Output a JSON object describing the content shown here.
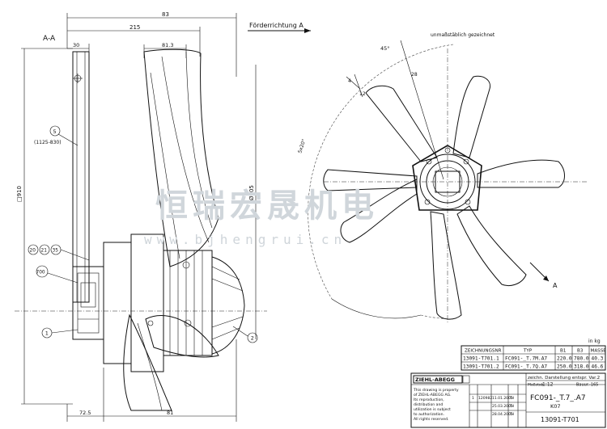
{
  "section_label": "A-A",
  "flow_direction": "Förderrichtung A",
  "scale_note": "unmaßstäblich gezeichnet",
  "watermark": {
    "chinese": "恒瑞宏晟机电",
    "url": "www.bjhengrui.cn"
  },
  "dimensions": {
    "overall_depth": "83",
    "depth_215": "215",
    "dim_30": "30",
    "dim_81_3": "81.3",
    "diameter_910": "□910",
    "diameter_905": "Ø905",
    "dim_72_5": "72.5",
    "dim_81": "81",
    "angle_45": "45°",
    "angle_4": "4",
    "angle_12": "12",
    "dim_28": "28",
    "angle_5x20": "5x20°",
    "dim_1125_830": "(1125-830)",
    "view_marker": "A"
  },
  "balloons": [
    "5",
    "20",
    "21",
    "35",
    "700",
    "1",
    "2"
  ],
  "unit_note": "in kg",
  "table": {
    "headers": [
      "ZEICHNUNGSNR",
      "TYP",
      "B1",
      "B3",
      "MASSE"
    ],
    "rows": [
      [
        "13091-T701.1",
        "FC091-_T.7M.A7",
        "220.0",
        "780.0",
        "40.3"
      ],
      [
        "13091-T701.2",
        "FC091-_T.7Q.A7",
        "250.0",
        "318.0",
        "46.6"
      ]
    ]
  },
  "title_block": {
    "company": "ZIEHL-ABEGG",
    "note": "zeichn. Darstellung entspr. Var.2",
    "scale_label": "Maßstab",
    "scale_value": "1:12",
    "material_label": "Bauur.-165",
    "product": "FC091-_T.7_.A7",
    "sub": "K07",
    "drawing_number": "13091-T701",
    "legal": [
      "This drawing is property",
      "of ZIEHL-ABEGG AG.",
      "Its reproduction,",
      "distribution and",
      "utilization is subject",
      "to authorization.",
      "All rights reserved."
    ],
    "revisions": [
      [
        "1",
        "120982",
        "11.01.2005",
        "TH"
      ],
      [
        "",
        "",
        "25.03.2005",
        "TH"
      ],
      [
        "",
        "",
        "28.04.2005",
        "TH"
      ]
    ]
  },
  "colors": {
    "line": "#111111",
    "watermark": "#d0d6db",
    "background": "#ffffff"
  }
}
